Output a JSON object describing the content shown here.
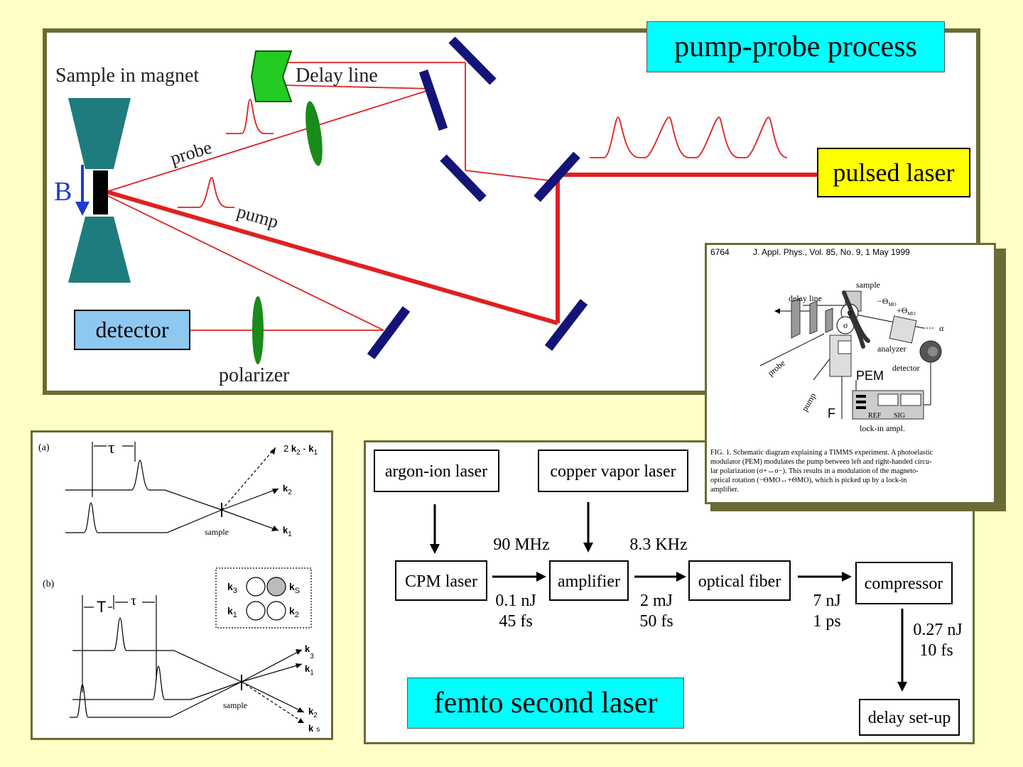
{
  "colors": {
    "background": "#ffffc8",
    "panel_border": "#6b6b35",
    "beam": "#e02020",
    "mirror": "#141478",
    "magnet": "#1f7c7c",
    "cyan_label": "#00ffff",
    "yellow_label": "#ffff00",
    "detector_fill": "#8ec8f0",
    "delay_line": "#22cc22",
    "lens": "#1a8a1a",
    "field_arrow": "#1a3cd0"
  },
  "pump_probe": {
    "title": "pump-probe process",
    "sample_label": "Sample in magnet",
    "delay_label": "Delay line",
    "probe_label": "probe",
    "pump_label": "pump",
    "field_label": "B",
    "laser_label": "pulsed laser",
    "detector_label": "detector",
    "polarizer_label": "polarizer",
    "icons": [
      "magnet-pole-icon",
      "mirror-icon",
      "lens-icon",
      "delay-line-icon",
      "field-arrow-icon"
    ]
  },
  "paper": {
    "page": "6764",
    "citation": "J. Appl. Phys., Vol. 85, No. 9, 1 May 1999",
    "sample": "sample",
    "delay_line": "delay line",
    "theta_minus": "−Θ",
    "theta_plus": "+Θ",
    "theta_sub": "MO",
    "sigma_plus": "σ",
    "sigma_minus": "σ",
    "alpha": "α",
    "analyzer": "analyzer",
    "detector": "detector",
    "probe": "probe",
    "pem": "PEM",
    "pump": "pump",
    "f": "F",
    "ref": "REF",
    "sig": "SIG",
    "lockin": "lock-in ampl.",
    "caption": [
      "FIG. 1. Schematic diagram explaining a TIMMS experiment. A photoelastic",
      "modulator (PEM) modulates the pump between left and right-handed circu-",
      "lar polarization (σ+↔σ−). This results in a modulation of the magneto-",
      "optical rotation (−ΘMO↔+ΘMO), which is picked up by a lock-in",
      "amplifier."
    ]
  },
  "fwm": {
    "a_label": "(a)",
    "b_label": "(b)",
    "tau": "τ",
    "T": "T",
    "sample": "sample",
    "a_beams": [
      {
        "k": "k",
        "sub": "2",
        "pre": "2 ",
        "post": " - ",
        "k2": "k",
        "sub2": "1"
      },
      {
        "k": "k",
        "sub": "2"
      },
      {
        "k": "k",
        "sub": "1"
      }
    ],
    "b_beams": [
      {
        "k": "k",
        "sub": "3"
      },
      {
        "k": "k",
        "sub": "1"
      },
      {
        "k": "k",
        "sub": "2"
      },
      {
        "k": "k",
        "sub": "s"
      }
    ],
    "legend": [
      {
        "k": "k",
        "sub": "3"
      },
      {
        "k": "k",
        "sub": "S"
      },
      {
        "k": "k",
        "sub": "1"
      },
      {
        "k": "k",
        "sub": "2"
      }
    ]
  },
  "laser_chain": {
    "boxes": [
      "argon-ion laser",
      "copper vapor laser",
      "CPM laser",
      "amplifier",
      "optical fiber",
      "compressor",
      "delay set-up"
    ],
    "rate_1": "90 MHz",
    "rate_2": "8.3 KHz",
    "stage_1": [
      "0.1 nJ",
      "45 fs"
    ],
    "stage_2": [
      "2 mJ",
      "50 fs"
    ],
    "stage_3": [
      "7 nJ",
      "1 ps"
    ],
    "stage_4": [
      "0.27 nJ",
      "10 fs"
    ],
    "title": "femto second laser"
  }
}
